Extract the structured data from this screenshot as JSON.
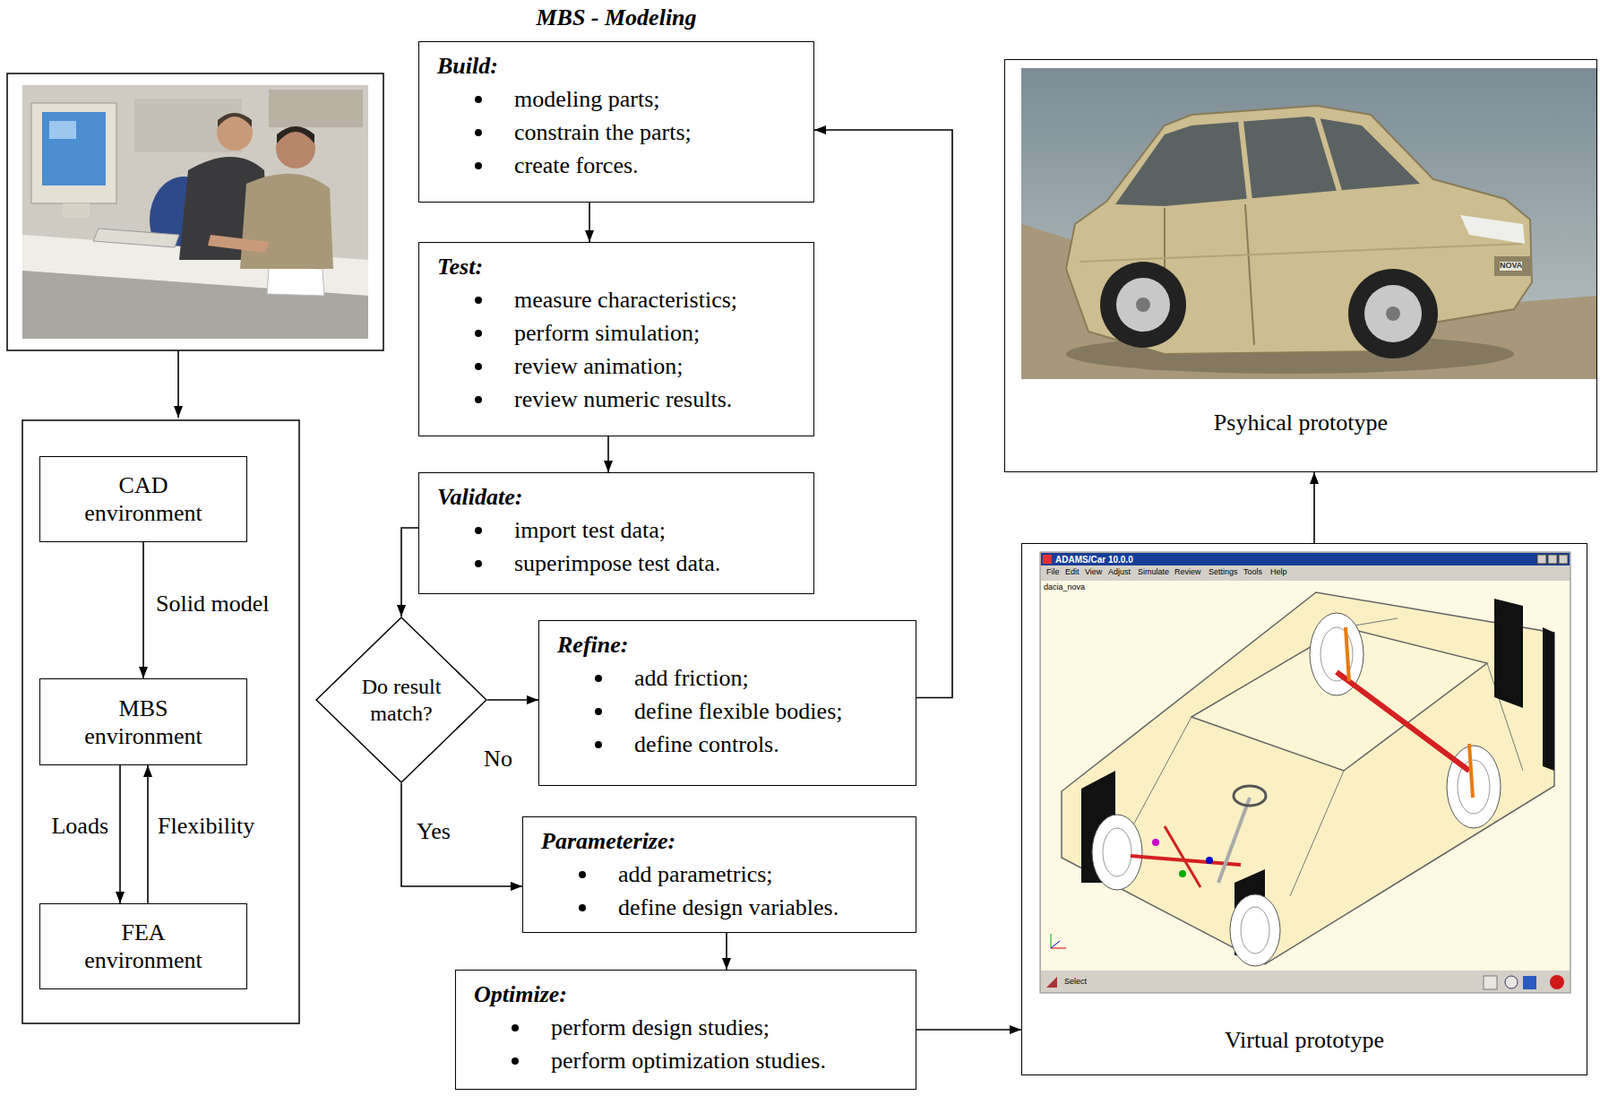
{
  "diagram": {
    "title": "MBS - Modeling",
    "nodes": [
      {
        "text": [
          "CAD environment"
        ]
      },
      {
        "text": [
          "MBS environment"
        ]
      },
      {
        "text": [
          "FEA environment"
        ]
      },
      {
        "text": [
          "Build:",
          "modeling parts;",
          "constrain the parts;",
          "create forces."
        ]
      },
      {
        "text": [
          "Test:",
          "measure characteristics;",
          "perform simulation;",
          "review animation;",
          "review numeric results."
        ]
      },
      {
        "text": [
          "Validate:",
          "import test data;",
          "superimpose test data."
        ]
      },
      {
        "text": [
          "Do result match?"
        ]
      },
      {
        "text": [
          "Refine:",
          "add friction;",
          "define flexible bodies;",
          "define controls."
        ]
      },
      {
        "text": [
          "Parameterize:",
          "add parametrics;",
          "define design variables."
        ]
      },
      {
        "text": [
          "Optimize:",
          "perform design studies;",
          "perform optimization studies."
        ]
      },
      {
        "text": [
          "Virtual prototype"
        ]
      },
      {
        "text": [
          "Psyhical prototype"
        ]
      }
    ],
    "edges": [
      {
        "from": 0,
        "to": 1,
        "label": "Solid model",
        "arrow": "to"
      },
      {
        "from": 1,
        "to": 2,
        "label": "Loads",
        "arrow": "to"
      },
      {
        "from": 2,
        "to": 1,
        "label": "Flexibility",
        "arrow": "to"
      },
      {
        "from": 3,
        "to": 4,
        "arrow": "to"
      },
      {
        "from": 4,
        "to": 5,
        "arrow": "to"
      },
      {
        "from": 5,
        "to": 6,
        "arrow": "to"
      },
      {
        "from": 6,
        "to": 7,
        "label": "No",
        "arrow": "to"
      },
      {
        "from": 6,
        "to": 8,
        "label": "Yes",
        "arrow": "to"
      },
      {
        "from": 7,
        "to": 3,
        "arrow": "to"
      },
      {
        "from": 8,
        "to": 9,
        "arrow": "to"
      },
      {
        "from": 9,
        "to": 10,
        "arrow": "to"
      },
      {
        "from": 10,
        "to": 11,
        "arrow": "to"
      }
    ],
    "labels": [
      "ADAMS/Car 10.0.0",
      "File",
      "Edit",
      "View",
      "Adjust",
      "Simulate",
      "Review",
      "Settings",
      "Tools",
      "Help",
      "dacia_nova",
      "Select",
      "NOVA"
    ]
  }
}
